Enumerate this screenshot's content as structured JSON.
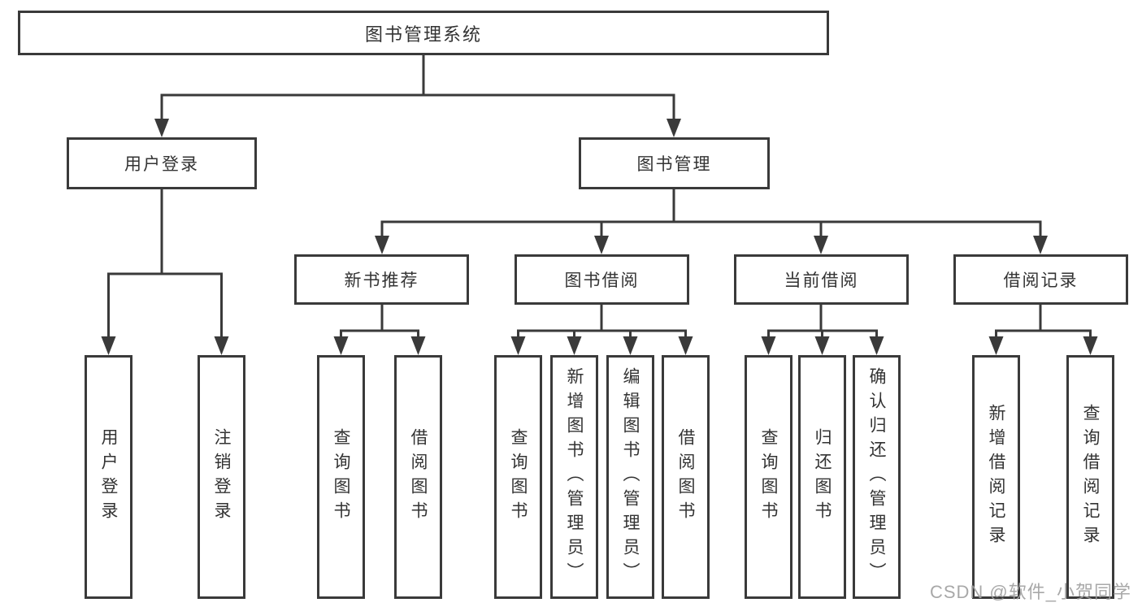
{
  "tree": {
    "root": "图书管理系统",
    "branches": [
      {
        "label": "用户登录",
        "children": [
          "用户登录",
          "注销登录"
        ]
      },
      {
        "label": "图书管理",
        "sections": [
          {
            "label": "新书推荐",
            "children": [
              "查询图书",
              "借阅图书"
            ]
          },
          {
            "label": "图书借阅",
            "children": [
              "查询图书",
              "新增图书（管理员）",
              "编辑图书（管理员）",
              "借阅图书"
            ]
          },
          {
            "label": "当前借阅",
            "children": [
              "查询图书",
              "归还图书",
              "确认归还（管理员）"
            ]
          },
          {
            "label": "借阅记录",
            "children": [
              "新增借阅记录",
              "查询借阅记录"
            ]
          }
        ]
      }
    ]
  },
  "watermark": "CSDN @软件_小贺同学",
  "colors": {
    "line": "#3a3a3a",
    "text": "#333333",
    "watermark": "#9e9e9e",
    "background": "#ffffff"
  }
}
